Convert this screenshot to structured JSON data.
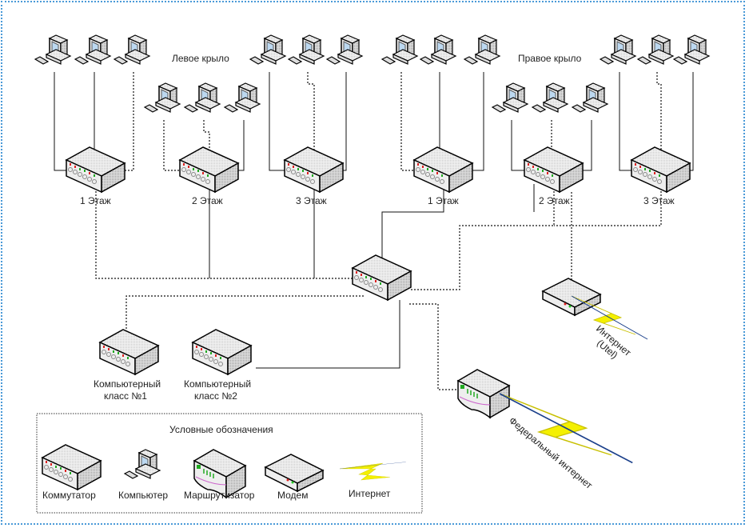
{
  "wings": {
    "left": "Левое крыло",
    "right": "Правое крыло"
  },
  "floors": {
    "left": [
      "1 Этаж",
      "2 Этаж",
      "3 Этаж"
    ],
    "right": [
      "1 Этаж",
      "2 Этаж",
      "3 Этаж"
    ]
  },
  "classes": [
    {
      "line1": "Компьютерный",
      "line2": "класс №1"
    },
    {
      "line1": "Компьютерный",
      "line2": "класс №2"
    }
  ],
  "internet_utel": {
    "line1": "Интернет",
    "line2": "(Utel)"
  },
  "internet_federal": "Федеральный интернет",
  "legend": {
    "title": "Условные обозначения",
    "items": [
      {
        "icon": "switch-icon",
        "label": "Коммутатор"
      },
      {
        "icon": "computer-icon",
        "label": "Компьютер"
      },
      {
        "icon": "router-icon",
        "label": "Маршрутизатор"
      },
      {
        "icon": "modem-icon",
        "label": "Модем"
      },
      {
        "icon": "lightning-icon",
        "label": "Интернет"
      }
    ]
  },
  "colors": {
    "frame": "#4a9ad8",
    "lightning": "#f4f000",
    "link": "#1a3f8a"
  }
}
